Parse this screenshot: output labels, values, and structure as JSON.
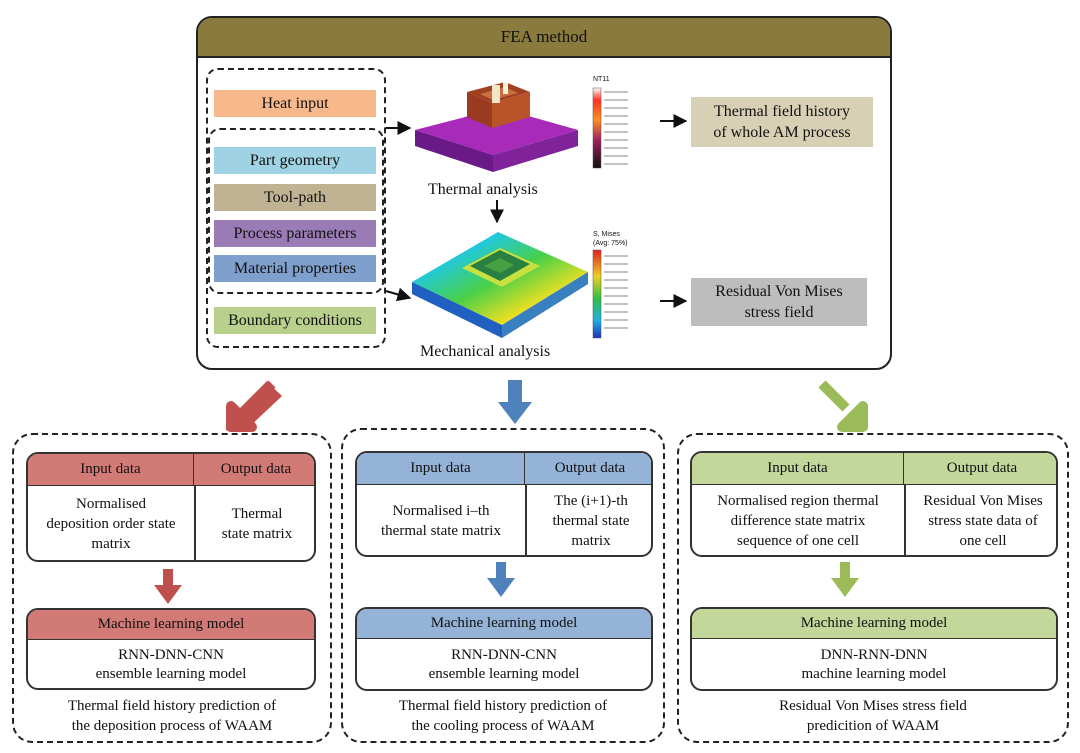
{
  "fea": {
    "title": "FEA method",
    "inputs": {
      "heat_input": "Heat input",
      "part_geometry": "Part geometry",
      "tool_path": "Tool-path",
      "process_parameters": "Process parameters",
      "material_properties": "Material properties",
      "boundary_conditions": "Boundary conditions"
    },
    "thermal_label": "Thermal analysis",
    "mechanical_label": "Mechanical analysis",
    "thermal_output_line1": "Thermal field history",
    "thermal_output_line2": "of whole AM process",
    "stress_output_line1": "Residual Von Mises",
    "stress_output_line2": "stress field",
    "thermal_legend_title": "NT11",
    "mech_legend_title_line1": "S, Mises",
    "mech_legend_title_line2": "(Avg: 75%)"
  },
  "colors": {
    "fea_header": "#8b7a3e",
    "heat_input": "#f7b98b",
    "part_geometry": "#9fd3e3",
    "tool_path": "#bfb394",
    "process_parameters": "#9b7bb6",
    "material_properties": "#7fa0cc",
    "boundary_conditions": "#b9d08c",
    "thermal_output": "#d8d0b4",
    "stress_output": "#bdbdbd",
    "red": "#c0504d",
    "blue": "#4f81bd",
    "green": "#9bbb59",
    "red_header": "#d27a76",
    "blue_header": "#95b3d7",
    "green_header": "#c4d79b"
  },
  "panels": [
    {
      "input_header": "Input data",
      "output_header": "Output data",
      "input_line1": "Normalised",
      "input_line2": "deposition order state",
      "input_line3": "matrix",
      "output_line1": "Thermal",
      "output_line2": "state matrix",
      "model_header": "Machine learning model",
      "model_line1": "RNN-DNN-CNN",
      "model_line2": "ensemble learning model",
      "caption_line1": "Thermal field history prediction of",
      "caption_line2": "the deposition process of WAAM"
    },
    {
      "input_header": "Input data",
      "output_header": "Output data",
      "input_line1": "Normalised i–th",
      "input_line2": "thermal state matrix",
      "output_line1": "The (i+1)-th",
      "output_line2": "thermal state",
      "output_line3": "matrix",
      "model_header": "Machine learning model",
      "model_line1": "RNN-DNN-CNN",
      "model_line2": "ensemble learning model",
      "caption_line1": "Thermal field history prediction of",
      "caption_line2": "the cooling process of WAAM"
    },
    {
      "input_header": "Input data",
      "output_header": "Output data",
      "input_line1": "Normalised region thermal",
      "input_line2": "difference state matrix",
      "input_line3": "sequence of one cell",
      "output_line1": "Residual Von Mises",
      "output_line2": "stress state data of",
      "output_line3": "one cell",
      "model_header": "Machine learning model",
      "model_line1": "DNN-RNN-DNN",
      "model_line2": "machine learning model",
      "caption_line1": "Residual Von Mises stress field",
      "caption_line2": "predicition of WAAM"
    }
  ]
}
